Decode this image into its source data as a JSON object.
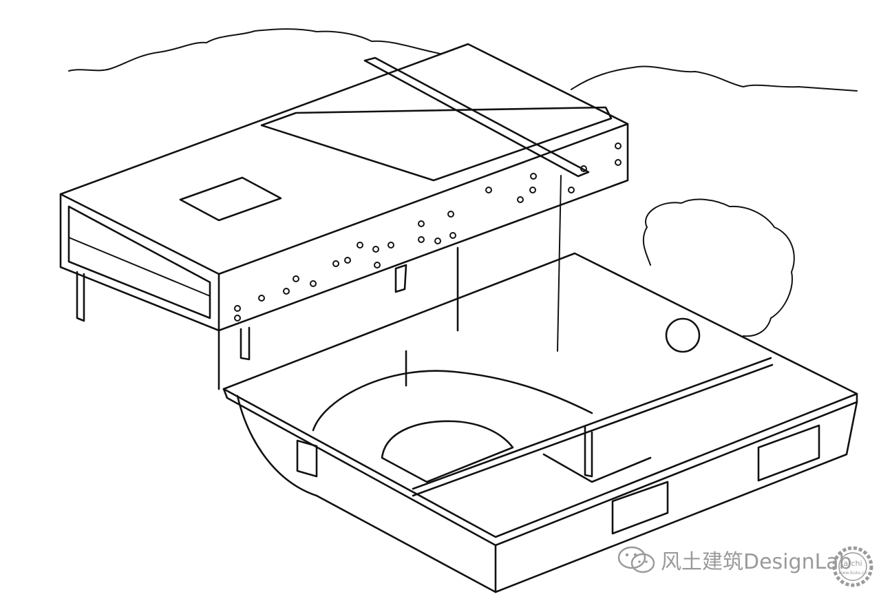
{
  "watermark": {
    "text": "风土建筑DesignLab",
    "icon": "wechat-icon",
    "color": "#9a9a9a"
  },
  "badge": {
    "logo_text": "archi",
    "url_text": "www.ikuku.cn",
    "icon": "gear-badge-icon"
  },
  "ink_color": "#111111"
}
